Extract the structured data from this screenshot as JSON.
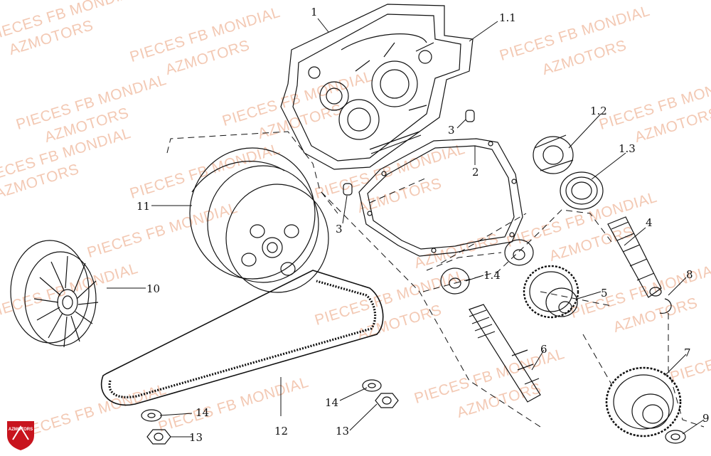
{
  "watermark": {
    "line1": "PIECES FB MONDIAL",
    "line2": "AZMOTORS"
  },
  "logo": {
    "text": "AZMOTORS",
    "color": "#c8141e"
  },
  "callouts": [
    "1",
    "1.1",
    "1.2",
    "1.3",
    "2",
    "3",
    "3",
    "4",
    "1.4",
    "5",
    "6",
    "7",
    "8",
    "9",
    "10",
    "11",
    "12",
    "13",
    "13",
    "14",
    "14"
  ]
}
